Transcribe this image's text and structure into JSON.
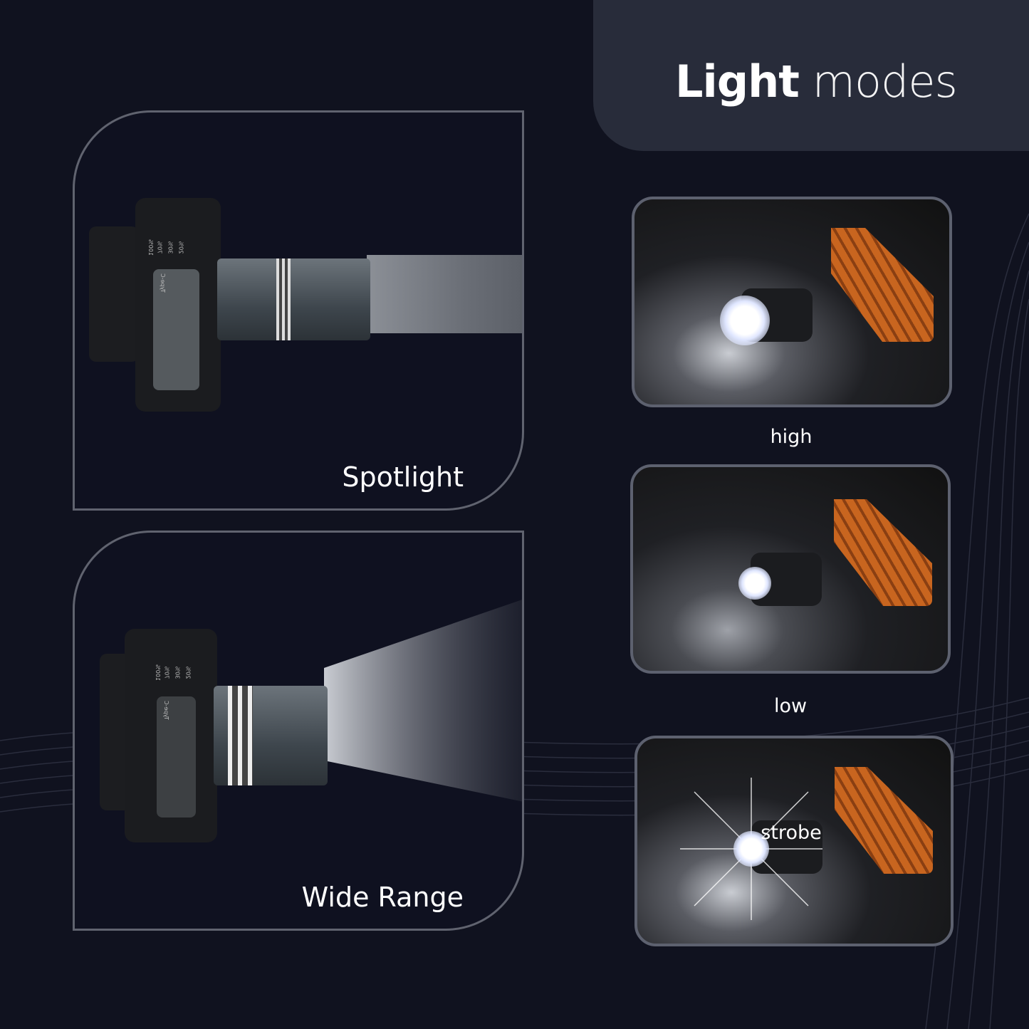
{
  "header": {
    "title_bold": "Light",
    "title_light": "modes"
  },
  "panels": [
    {
      "label": "Spotlight",
      "lamp_labels": {
        "port": "Type-C",
        "levels": [
          "100%",
          "70%",
          "30%",
          "20%"
        ]
      }
    },
    {
      "label": "Wide Range",
      "lamp_labels": {
        "port": "Type-C",
        "levels": [
          "100%",
          "70%",
          "30%",
          "20%"
        ]
      }
    }
  ],
  "modes": [
    {
      "label": "high"
    },
    {
      "label": "low"
    },
    {
      "label": "strobe"
    }
  ],
  "colors": {
    "background": "#10121f",
    "header_panel": "#282c3a",
    "border": "#60636f",
    "strap": "#c8651f"
  }
}
